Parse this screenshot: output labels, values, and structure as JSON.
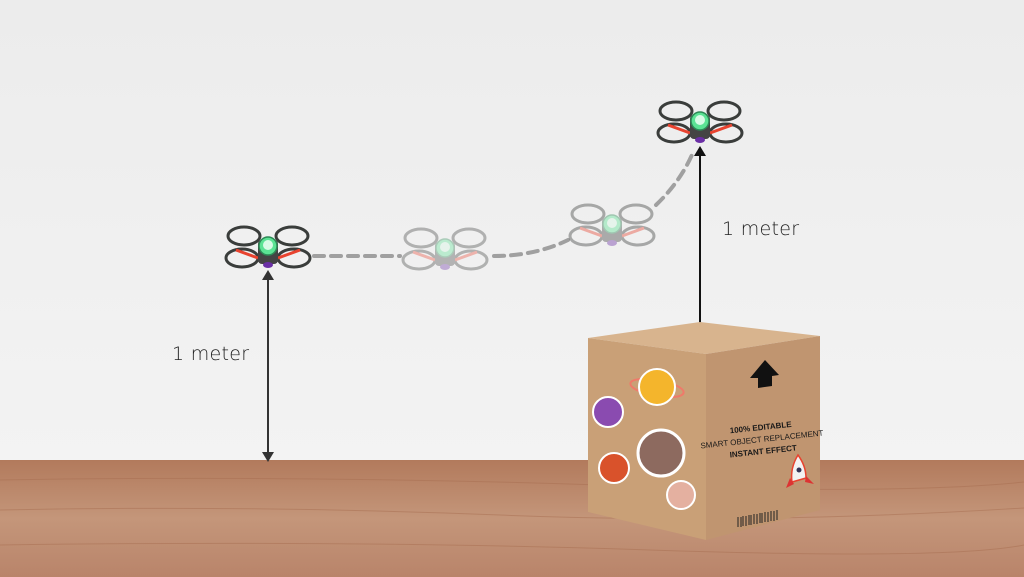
{
  "labels": {
    "left_height": "1 meter",
    "right_height": "1 meter"
  },
  "box": {
    "line1": "100% EDITABLE",
    "line2": "SMART OBJECT REPLACEMENT",
    "line3": "INSTANT EFFECT"
  },
  "colors": {
    "wall": "#efefef",
    "floor": "#b98467",
    "box": "#c9a17a",
    "drone_light": "#4fe08a",
    "propeller_guard": "#e8432f"
  }
}
